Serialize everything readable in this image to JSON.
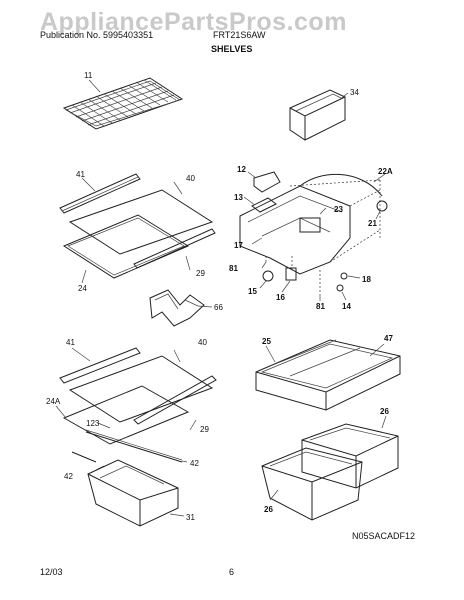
{
  "header": {
    "publication": "Publication No. 5995403351",
    "model": "FRT21S6AW",
    "watermark": "AppliancePartsPros.com",
    "section_title": "SHELVES"
  },
  "footer": {
    "date": "12/03",
    "page": "6",
    "drawing_code": "N05SACADF12"
  },
  "callouts": {
    "c11": "11",
    "c34": "34",
    "c41a": "41",
    "c40a": "40",
    "c12": "12",
    "c22a": "22A",
    "c13": "13",
    "c23": "23",
    "c17": "17",
    "c21": "21",
    "c81a": "81",
    "c29a": "29",
    "c24": "24",
    "c18": "18",
    "c15": "15",
    "c16": "16",
    "c81b": "81",
    "c14": "14",
    "c66": "66",
    "c41b": "41",
    "c40b": "40",
    "c25": "25",
    "c47": "47",
    "c24a": "24A",
    "c123": "123",
    "c29b": "29",
    "c42a": "42",
    "c42b": "42",
    "c26a": "26",
    "c26b": "26",
    "c31": "31"
  }
}
